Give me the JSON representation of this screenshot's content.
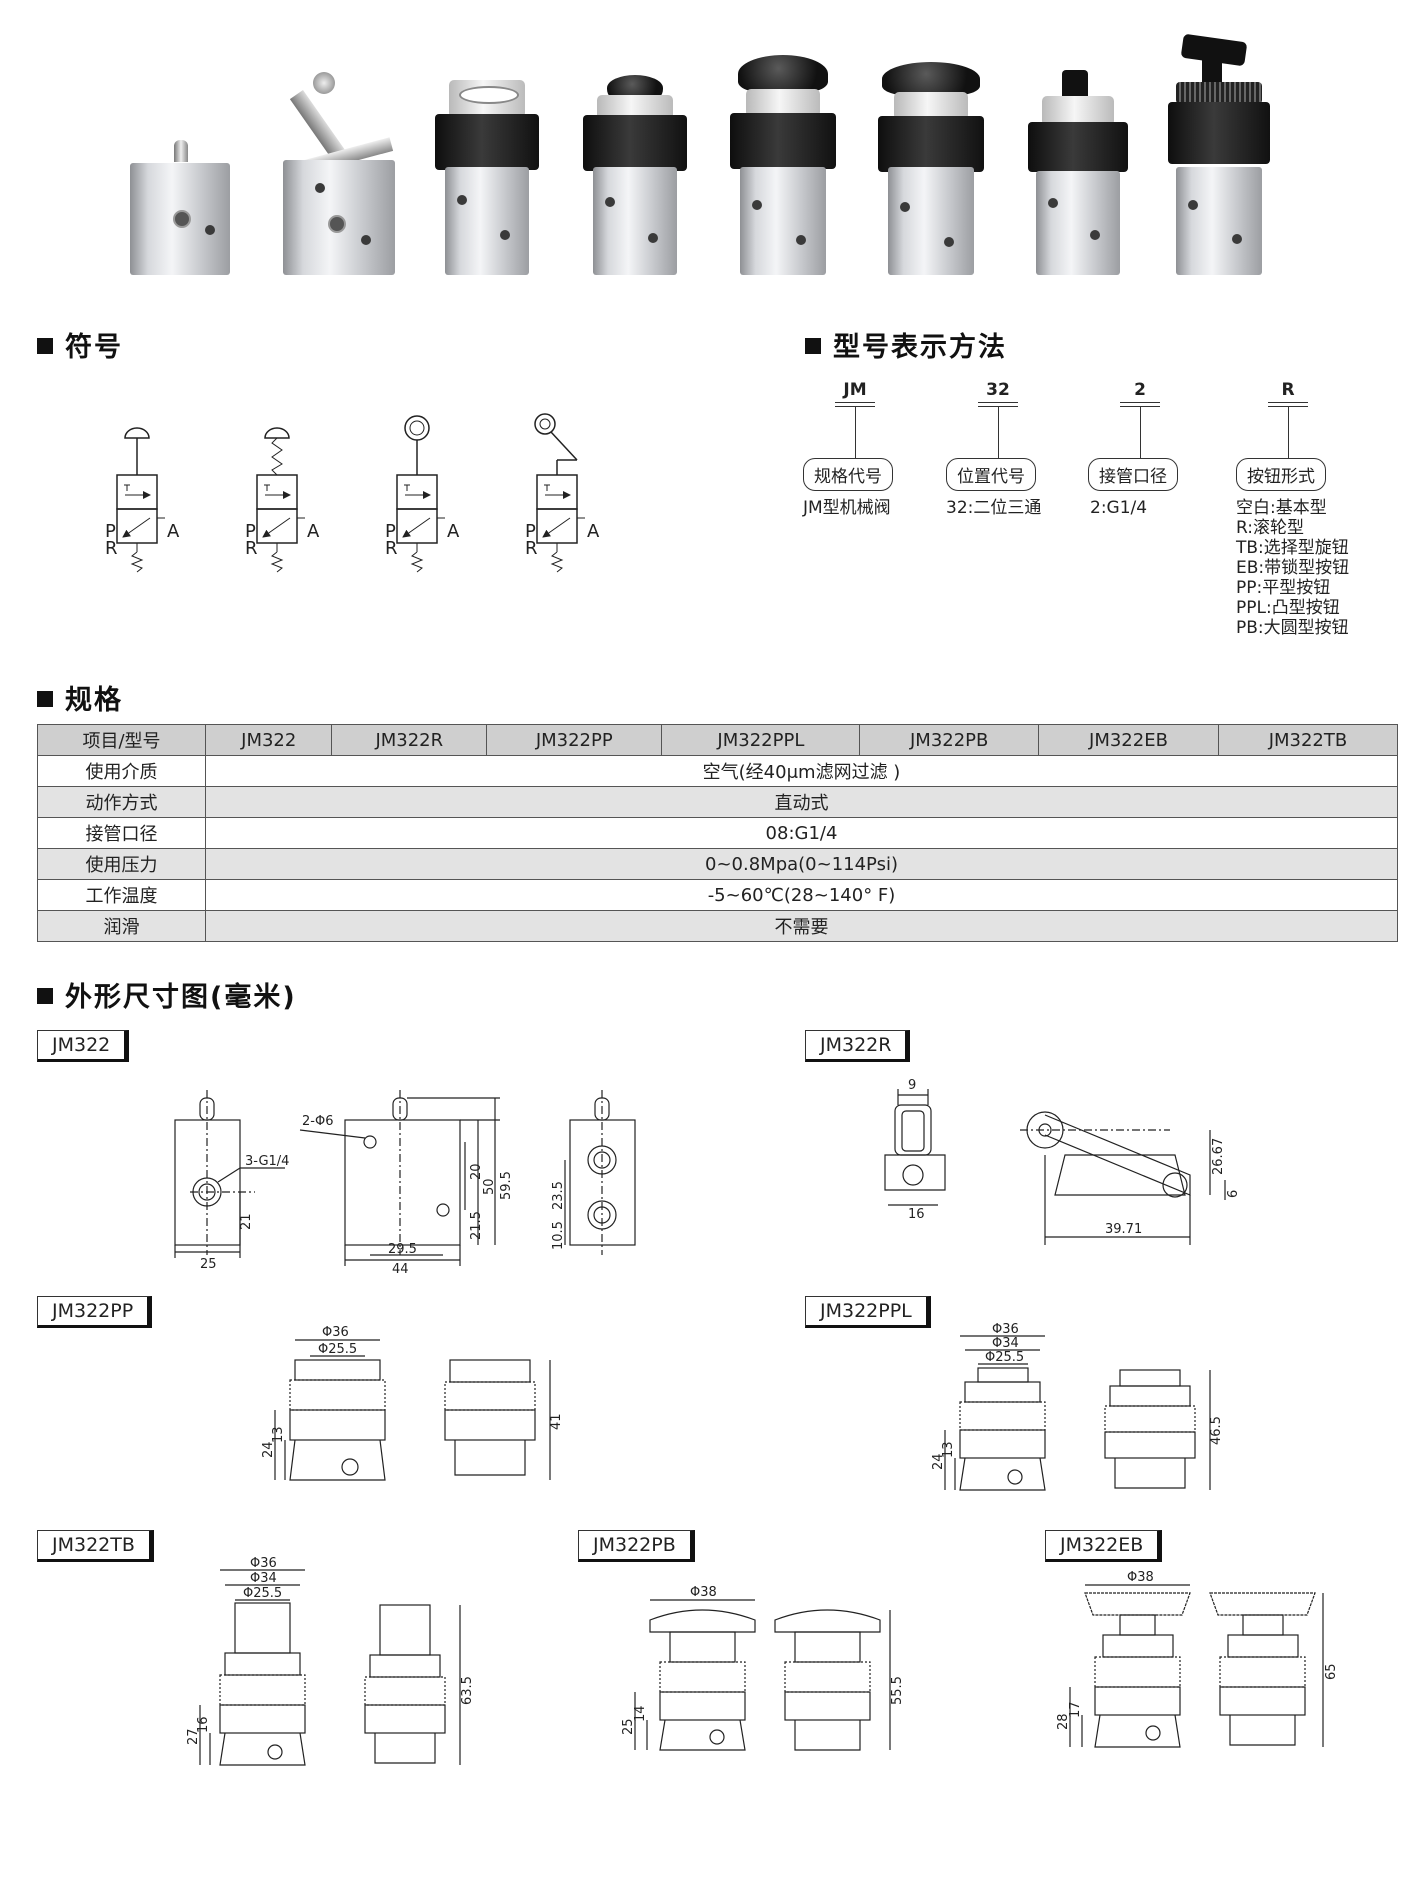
{
  "sections": {
    "symbol": "符号",
    "model_method": "型号表示方法",
    "spec": "规格",
    "dimensions": "外形尺寸图(毫米)"
  },
  "symbols": {
    "port_p": "P",
    "port_r": "R",
    "port_a": "A"
  },
  "model_code": {
    "parts": [
      {
        "code": "JM",
        "label": "规格代号",
        "desc": [
          "JM型机械阀"
        ]
      },
      {
        "code": "32",
        "label": "位置代号",
        "desc": [
          "32:二位三通"
        ]
      },
      {
        "code": "2",
        "label": "接管口径",
        "desc": [
          "2:G1/4"
        ]
      },
      {
        "code": "R",
        "label": "按钮形式",
        "desc": [
          "空白:基本型",
          "R:滚轮型",
          "TB:选择型旋钮",
          "EB:带锁型按钮",
          "PP:平型按钮",
          "PPL:凸型按钮",
          "PB:大圆型按钮"
        ]
      }
    ]
  },
  "spec_table": {
    "header": [
      "项目/型号",
      "JM322",
      "JM322R",
      "JM322PP",
      "JM322PPL",
      "JM322PB",
      "JM322EB",
      "JM322TB"
    ],
    "rows": [
      {
        "label": "使用介质",
        "value": "空气(经40μm滤网过滤 )"
      },
      {
        "label": "动作方式",
        "value": "直动式"
      },
      {
        "label": "接管口径",
        "value": "08:G1/4"
      },
      {
        "label": "使用压力",
        "value": "0~0.8Mpa(0~114Psi)"
      },
      {
        "label": "工作温度",
        "value": "-5~60℃(28~140° F)"
      },
      {
        "label": "润滑",
        "value": "不需要"
      }
    ]
  },
  "drawings": {
    "jm322": {
      "tag": "JM322",
      "d_hole": "2-Φ6",
      "d_port": "3-G1/4",
      "d_25": "25",
      "d_21": "21",
      "d_29_5": "29.5",
      "d_44": "44",
      "d_20": "20",
      "d_21_5": "21.5",
      "d_50": "50",
      "d_59_5": "59.5",
      "d_23_5": "23.5",
      "d_10_5": "10.5"
    },
    "jm322r": {
      "tag": "JM322R",
      "d_9": "9",
      "d_16": "16",
      "d_39_71": "39.71",
      "d_26_67": "26.67",
      "d_6": "6"
    },
    "jm322pp": {
      "tag": "JM322PP",
      "d_36": "Φ36",
      "d_25_5": "Φ25.5",
      "d_24": "24",
      "d_13": "13",
      "d_41": "41"
    },
    "jm322ppl": {
      "tag": "JM322PPL",
      "d_36": "Φ36",
      "d_34": "Φ34",
      "d_25_5": "Φ25.5",
      "d_24": "24",
      "d_13": "13",
      "d_46_5": "46.5"
    },
    "jm322tb": {
      "tag": "JM322TB",
      "d_36": "Φ36",
      "d_34": "Φ34",
      "d_25_5": "Φ25.5",
      "d_27": "27",
      "d_16": "16",
      "d_63_5": "63.5"
    },
    "jm322pb": {
      "tag": "JM322PB",
      "d_38": "Φ38",
      "d_25": "25",
      "d_14": "14",
      "d_55_5": "55.5"
    },
    "jm322eb": {
      "tag": "JM322EB",
      "d_38": "Φ38",
      "d_28": "28",
      "d_17": "17",
      "d_65": "65"
    }
  }
}
